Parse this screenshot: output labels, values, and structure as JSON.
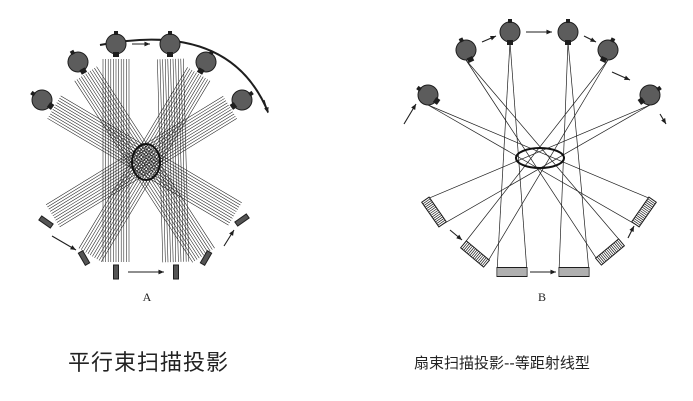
{
  "panels": [
    {
      "label": "A",
      "caption": "平行束扫描投影"
    },
    {
      "label": "B",
      "caption": "扇束扫描投影--等距射线型"
    }
  ],
  "colors": {
    "ink": "#1e1e1e",
    "source_fill": "#5c5c5c",
    "detector_fill": "#555555",
    "object_stroke": "#111111"
  },
  "icons": {
    "source": "x-ray-tube-icon",
    "detector": "detector-icon",
    "rotation": "rotation-arrow-icon"
  }
}
